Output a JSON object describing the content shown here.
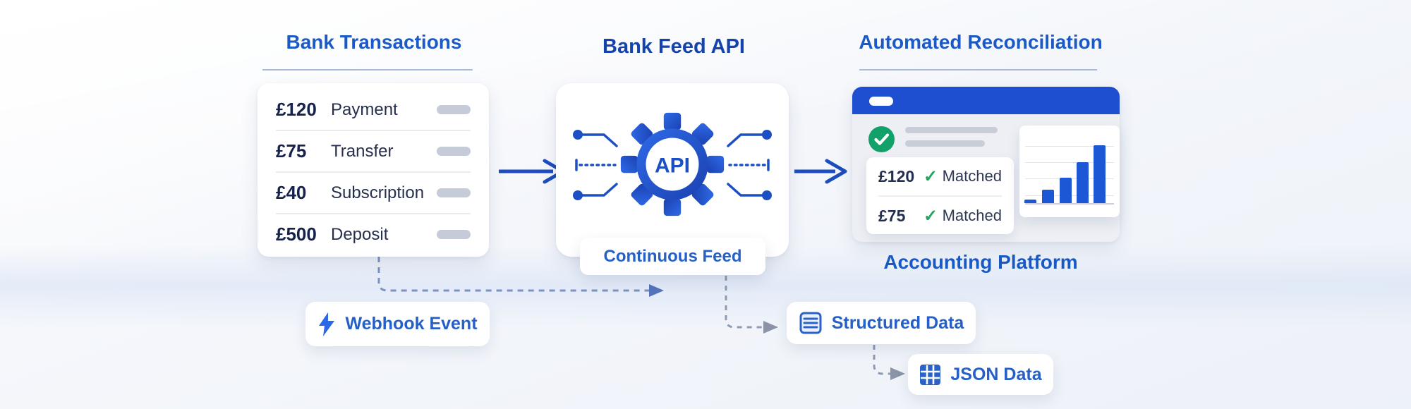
{
  "diagram": {
    "left": {
      "title": "Bank Transactions",
      "transactions": [
        {
          "amount": "£120",
          "label": "Payment"
        },
        {
          "amount": "£75",
          "label": "Transfer"
        },
        {
          "amount": "£40",
          "label": "Subscription"
        },
        {
          "amount": "£500",
          "label": "Deposit"
        }
      ]
    },
    "center": {
      "title": "Bank Feed API",
      "gear_label": "API",
      "feed_label": "Continuous Feed"
    },
    "right": {
      "title": "Automated Reconciliation",
      "platform_label": "Accounting Platform",
      "matches": [
        {
          "amount": "£120",
          "status": "Matched"
        },
        {
          "amount": "£75",
          "status": "Matched"
        }
      ],
      "mini_chart": {
        "type": "bar",
        "bars_pct": [
          6,
          23,
          44,
          71,
          100
        ]
      }
    },
    "badges": {
      "webhook": "Webhook Event",
      "structured": "Structured Data",
      "json": "JSON Data"
    },
    "colors": {
      "title_blue": "#1b5ac6",
      "center_title_blue": "#1443ae",
      "gear_blue": "#2458d8",
      "mock_header_blue": "#1d4fd0",
      "bar_blue": "#1c57d6",
      "success_green": "#12a169",
      "check_green": "#23a55e",
      "amount_navy": "#16224a",
      "pill_gray": "#c5cbd8"
    }
  }
}
